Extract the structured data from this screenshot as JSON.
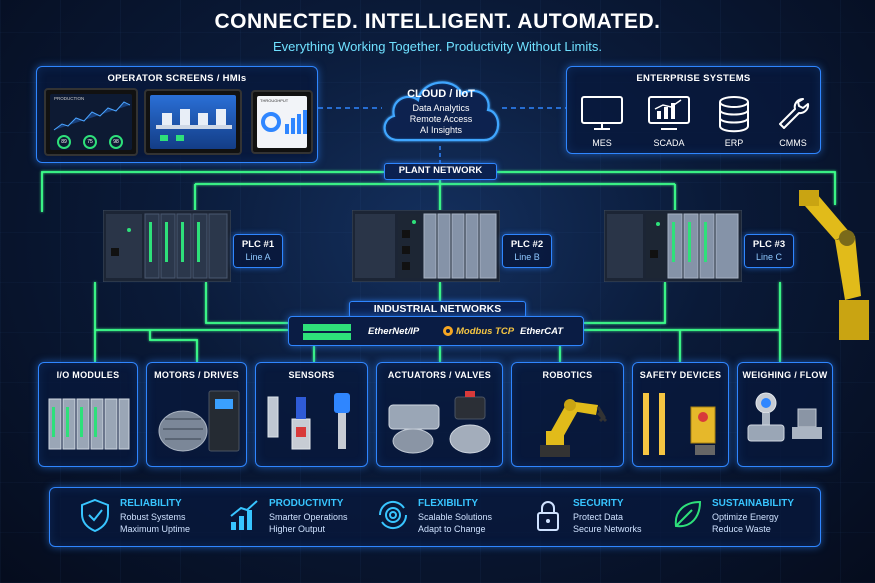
{
  "header": {
    "title": "CONNECTED. INTELLIGENT. AUTOMATED.",
    "subtitle": "Everything Working Together. Productivity Without Limits."
  },
  "operator_screens": {
    "title": "OPERATOR SCREENS / HMIs",
    "hmi1": {
      "heading": "PRODUCTION",
      "gauges": [
        "89",
        "75",
        "98"
      ]
    },
    "hmi3": {
      "heading": "THROUGHPUT"
    }
  },
  "cloud": {
    "title": "CLOUD / IIoT",
    "lines": [
      "Data Analytics",
      "Remote Access",
      "AI Insights"
    ]
  },
  "enterprise": {
    "title": "ENTERPRISE SYSTEMS",
    "items": [
      {
        "label": "MES",
        "icon": "monitor-icon"
      },
      {
        "label": "SCADA",
        "icon": "chart-monitor-icon"
      },
      {
        "label": "ERP",
        "icon": "database-icon"
      },
      {
        "label": "CMMS",
        "icon": "wrench-icon"
      }
    ]
  },
  "plant_network": {
    "label": "PLANT NETWORK"
  },
  "plcs": [
    {
      "name": "PLC #1",
      "line": "Line A"
    },
    {
      "name": "PLC #2",
      "line": "Line B"
    },
    {
      "name": "PLC #3",
      "line": "Line C"
    }
  ],
  "industrial_networks": {
    "title": "INDUSTRIAL NETWORKS",
    "protocols": [
      "EtherNet/IP",
      "Modbus TCP",
      "EtherCAT"
    ]
  },
  "devices": [
    {
      "title": "I/O MODULES",
      "icon": "io-module-icon"
    },
    {
      "title": "MOTORS / DRIVES",
      "icon": "motor-icon"
    },
    {
      "title": "SENSORS",
      "icon": "sensor-icon"
    },
    {
      "title": "ACTUATORS / VALVES",
      "icon": "valve-icon"
    },
    {
      "title": "ROBOTICS",
      "icon": "robot-arm-icon"
    },
    {
      "title": "SAFETY DEVICES",
      "icon": "safety-curtain-icon"
    },
    {
      "title": "WEIGHING / FLOW",
      "icon": "flow-meter-icon"
    }
  ],
  "benefits": [
    {
      "title": "RELIABILITY",
      "line1": "Robust Systems",
      "line2": "Maximum Uptime",
      "icon": "shield-check-icon"
    },
    {
      "title": "PRODUCTIVITY",
      "line1": "Smarter Operations",
      "line2": "Higher Output",
      "icon": "growth-chart-icon"
    },
    {
      "title": "FLEXIBILITY",
      "line1": "Scalable Solutions",
      "line2": "Adapt to Change",
      "icon": "gear-arrows-icon"
    },
    {
      "title": "SECURITY",
      "line1": "Protect Data",
      "line2": "Secure Networks",
      "icon": "padlock-icon"
    },
    {
      "title": "SUSTAINABILITY",
      "line1": "Optimize Energy",
      "line2": "Reduce Waste",
      "icon": "leaf-icon"
    }
  ],
  "colors": {
    "accent_blue": "#2f86ff",
    "link_green": "#3cff8a",
    "subtitle_cyan": "#6fe0ff",
    "benefit_title": "#38c5ff"
  }
}
